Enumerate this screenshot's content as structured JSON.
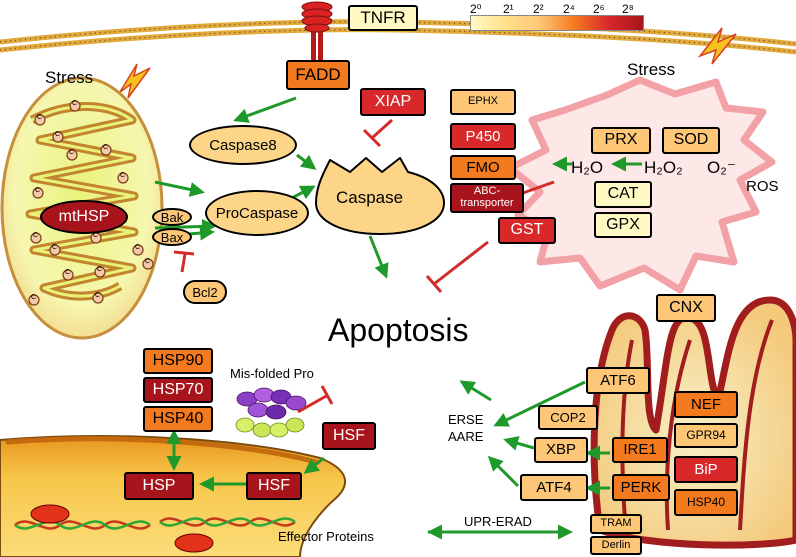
{
  "legend": {
    "labels": [
      "2⁰",
      "2¹",
      "2²",
      "2⁴",
      "2⁶",
      "2⁸"
    ],
    "colors": [
      "#fff9c4",
      "#ffe08a",
      "#fdc777",
      "#f47a1f",
      "#d9282a",
      "#a8141b"
    ]
  },
  "membrane": {
    "receptor": "TNFR",
    "adaptor": "FADD"
  },
  "stress": {
    "left": "Stress",
    "right": "Stress"
  },
  "mitochondrion": {
    "chaperone": "mtHSP",
    "bak": "Bak",
    "bax": "Bax",
    "bcl2": "Bcl2",
    "marker": "C"
  },
  "caspase": {
    "caspase8": "Caspase8",
    "procaspase": "ProCaspase",
    "caspase": "Caspase",
    "xiap": "XIAP"
  },
  "detox": {
    "items": [
      {
        "label": "EPHX"
      },
      {
        "label": "P450"
      },
      {
        "label": "FMO"
      },
      {
        "label": "ABC-transporter"
      },
      {
        "label": "GST"
      }
    ]
  },
  "ros": {
    "label": "ROS",
    "prx": "PRX",
    "sod": "SOD",
    "cat": "CAT",
    "gpx": "GPX",
    "h2o": "H₂O",
    "h2o2": "H₂O₂",
    "o2": "O₂⁻"
  },
  "center": {
    "apoptosis": "Apoptosis"
  },
  "chaperones": {
    "hsp90": "HSP90",
    "hsp70": "HSP70",
    "hsp40": "HSP40",
    "misfolded": "Mis-folded Pro"
  },
  "nucleus": {
    "hsf_free": "HSF",
    "hsp": "HSP",
    "hsf": "HSF",
    "effector": "Effector Proteins"
  },
  "er": {
    "cnx": "CNX",
    "atf6": "ATF6",
    "cop2": "COP2",
    "xbp": "XBP",
    "ire1": "IRE1",
    "atf4": "ATF4",
    "perk": "PERK",
    "erse": "ERSE",
    "aare": "AARE",
    "nef": "NEF",
    "gpr94": "GPR94",
    "bip": "BiP",
    "hsp40": "HSP40",
    "tram": "TRAM",
    "derlin": "Derlin",
    "uprerad": "UPR-ERAD"
  }
}
